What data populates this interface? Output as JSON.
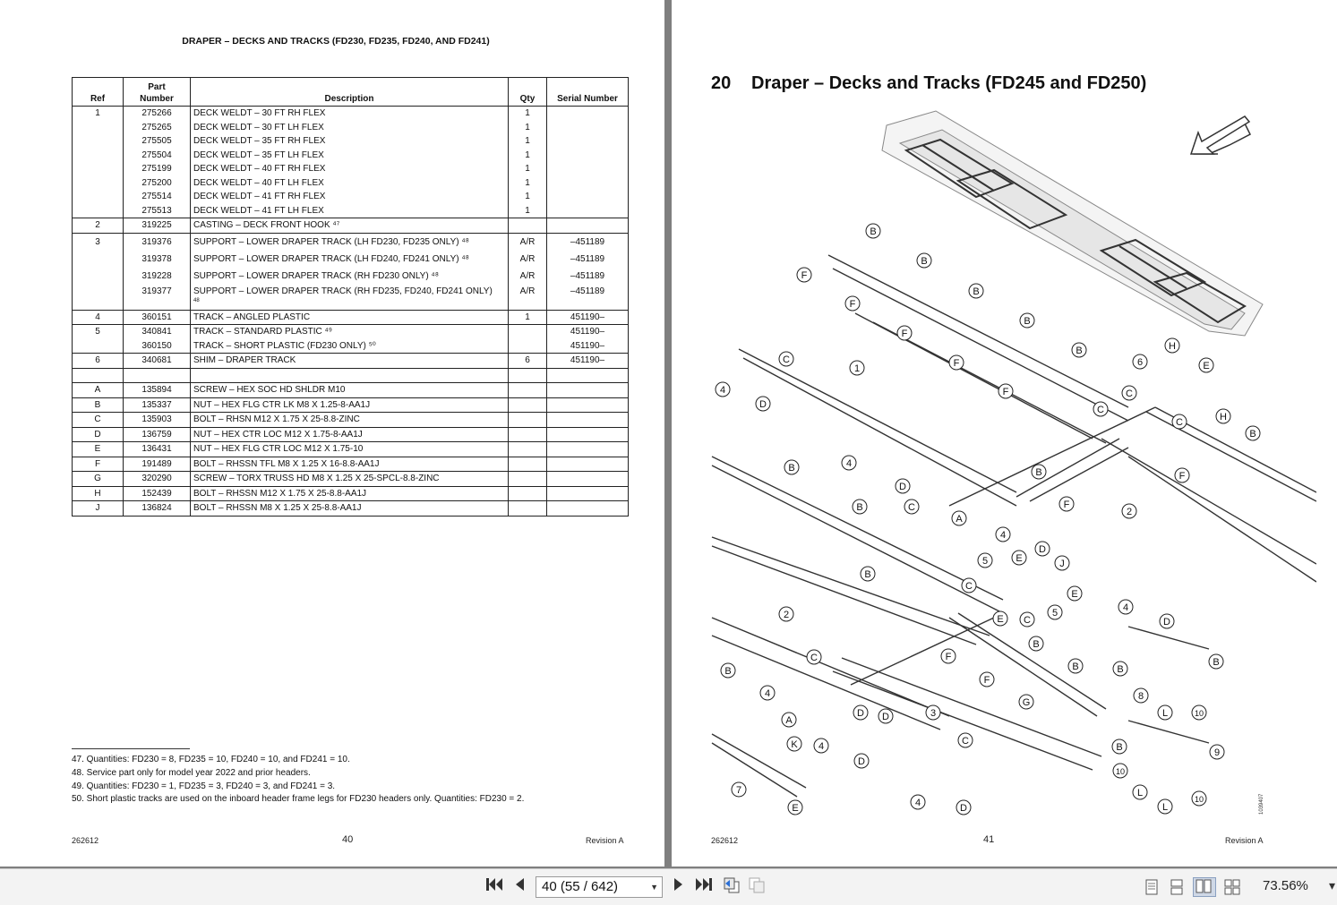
{
  "viewer": {
    "toolbar": {
      "page_field": "40 (55 / 642)",
      "zoom": "73.56%",
      "first_icon": "first-page-icon",
      "prev_icon": "previous-page-icon",
      "next_icon": "next-page-icon",
      "last_icon": "last-page-icon"
    }
  },
  "left_page": {
    "header": "DRAPER – DECKS AND TRACKS (FD230, FD235, FD240, AND FD241)",
    "columns": [
      "Ref",
      "Part Number",
      "Description",
      "Qty",
      "Serial Number"
    ],
    "col_part_line1": "Part",
    "col_part_line2": "Number",
    "rows": [
      {
        "ref": "1",
        "part": "275266",
        "desc": "DECK WELDT – 30 FT RH FLEX",
        "qty": "1",
        "sn": ""
      },
      {
        "ref": "",
        "part": "275265",
        "desc": "DECK WELDT – 30 FT LH FLEX",
        "qty": "1",
        "sn": ""
      },
      {
        "ref": "",
        "part": "275505",
        "desc": "DECK WELDT – 35 FT RH FLEX",
        "qty": "1",
        "sn": ""
      },
      {
        "ref": "",
        "part": "275504",
        "desc": "DECK WELDT – 35 FT LH FLEX",
        "qty": "1",
        "sn": ""
      },
      {
        "ref": "",
        "part": "275199",
        "desc": "DECK WELDT – 40 FT RH FLEX",
        "qty": "1",
        "sn": ""
      },
      {
        "ref": "",
        "part": "275200",
        "desc": "DECK WELDT – 40 FT LH FLEX",
        "qty": "1",
        "sn": ""
      },
      {
        "ref": "",
        "part": "275514",
        "desc": "DECK WELDT – 41 FT RH FLEX",
        "qty": "1",
        "sn": ""
      },
      {
        "ref": "",
        "part": "275513",
        "desc": "DECK WELDT – 41 FT LH FLEX",
        "qty": "1",
        "sn": ""
      },
      {
        "ref": "2",
        "part": "319225",
        "desc": "CASTING – DECK FRONT HOOK ⁴⁷",
        "qty": "",
        "sn": ""
      },
      {
        "ref": "3",
        "part": "319376",
        "desc": "SUPPORT – LOWER DRAPER TRACK (LH FD230, FD235 ONLY) ⁴⁸",
        "qty": "A/R",
        "sn": "–451189"
      },
      {
        "ref": "",
        "part": "319378",
        "desc": "SUPPORT – LOWER DRAPER TRACK (LH FD240, FD241 ONLY) ⁴⁸",
        "qty": "A/R",
        "sn": "–451189"
      },
      {
        "ref": "",
        "part": "319228",
        "desc": "SUPPORT – LOWER DRAPER TRACK (RH FD230 ONLY) ⁴⁸",
        "qty": "A/R",
        "sn": "–451189"
      },
      {
        "ref": "",
        "part": "319377",
        "desc": "SUPPORT – LOWER DRAPER TRACK (RH FD235, FD240, FD241 ONLY)",
        "desc2": "48",
        "qty": "A/R",
        "sn": "–451189"
      },
      {
        "ref": "4",
        "part": "360151",
        "desc": "TRACK – ANGLED PLASTIC",
        "qty": "1",
        "sn": "451190–"
      },
      {
        "ref": "5",
        "part": "340841",
        "desc": "TRACK – STANDARD PLASTIC ⁴⁹",
        "qty": "",
        "sn": "451190–"
      },
      {
        "ref": "",
        "part": "360150",
        "desc": "TRACK – SHORT PLASTIC (FD230 ONLY) ⁵⁰",
        "qty": "",
        "sn": "451190–"
      },
      {
        "ref": "6",
        "part": "340681",
        "desc": "SHIM – DRAPER TRACK",
        "qty": "6",
        "sn": "451190–"
      },
      {
        "ref": "",
        "part": "",
        "desc": "",
        "qty": "",
        "sn": ""
      },
      {
        "ref": "A",
        "part": "135894",
        "desc": "SCREW – HEX SOC HD SHLDR M10",
        "qty": "",
        "sn": ""
      },
      {
        "ref": "B",
        "part": "135337",
        "desc": "NUT – HEX FLG CTR LK M8 X 1.25-8-AA1J",
        "qty": "",
        "sn": ""
      },
      {
        "ref": "C",
        "part": "135903",
        "desc": "BOLT – RHSN M12 X 1.75 X 25-8.8-ZINC",
        "qty": "",
        "sn": ""
      },
      {
        "ref": "D",
        "part": "136759",
        "desc": "NUT – HEX CTR LOC M12 X 1.75-8-AA1J",
        "qty": "",
        "sn": ""
      },
      {
        "ref": "E",
        "part": "136431",
        "desc": "NUT – HEX FLG CTR LOC M12 X 1.75-10",
        "qty": "",
        "sn": ""
      },
      {
        "ref": "F",
        "part": "191489",
        "desc": "BOLT – RHSSN TFL M8 X 1.25 X 16-8.8-AA1J",
        "qty": "",
        "sn": ""
      },
      {
        "ref": "G",
        "part": "320290",
        "desc": "SCREW – TORX TRUSS HD M8 X 1.25 X 25-SPCL-8.8-ZINC",
        "qty": "",
        "sn": ""
      },
      {
        "ref": "H",
        "part": "152439",
        "desc": "BOLT – RHSSN M12 X 1.75 X 25-8.8-AA1J",
        "qty": "",
        "sn": ""
      },
      {
        "ref": "J",
        "part": "136824",
        "desc": "BOLT – RHSSN M8 X 1.25 X 25-8.8-AA1J",
        "qty": "",
        "sn": ""
      }
    ],
    "footnotes": [
      "47.  Quantities: FD230 = 8, FD235 = 10, FD240 = 10, and FD241 = 10.",
      "48.  Service part only for model year 2022 and prior headers.",
      "49.  Quantities: FD230 = 1, FD235 = 3, FD240 = 3, and FD241 = 3.",
      "50.  Short plastic tracks are used on the inboard header frame legs for FD230 headers only. Quantities: FD230 = 2."
    ],
    "doc_number": "262612",
    "page_number": "40",
    "revision": "Revision  A"
  },
  "right_page": {
    "section_number": "20",
    "section_title": "Draper – Decks and Tracks (FD245 and FD250)",
    "doc_number": "262612",
    "page_number": "41",
    "revision": "Revision  A",
    "figure_id": "1039407",
    "callouts": [
      "B",
      "B",
      "B",
      "B",
      "B",
      "F",
      "F",
      "F",
      "F",
      "F",
      "1",
      "C",
      "D",
      "4",
      "6",
      "C",
      "E",
      "H",
      "H",
      "C",
      "B",
      "C",
      "4",
      "D",
      "B",
      "A",
      "B",
      "F",
      "2",
      "F",
      "B",
      "4",
      "D",
      "5",
      "E",
      "J",
      "C",
      "E",
      "E",
      "C",
      "5",
      "C",
      "D",
      "4",
      "2",
      "B",
      "F",
      "F",
      "B",
      "B",
      "3",
      "G",
      "C",
      "D",
      "4",
      "A",
      "K",
      "4",
      "D",
      "7",
      "E",
      "B",
      "8",
      "L",
      "10",
      "B",
      "B",
      "9",
      "10",
      "L",
      "L",
      "10",
      "B",
      "C",
      "D",
      "4",
      "D"
    ]
  }
}
